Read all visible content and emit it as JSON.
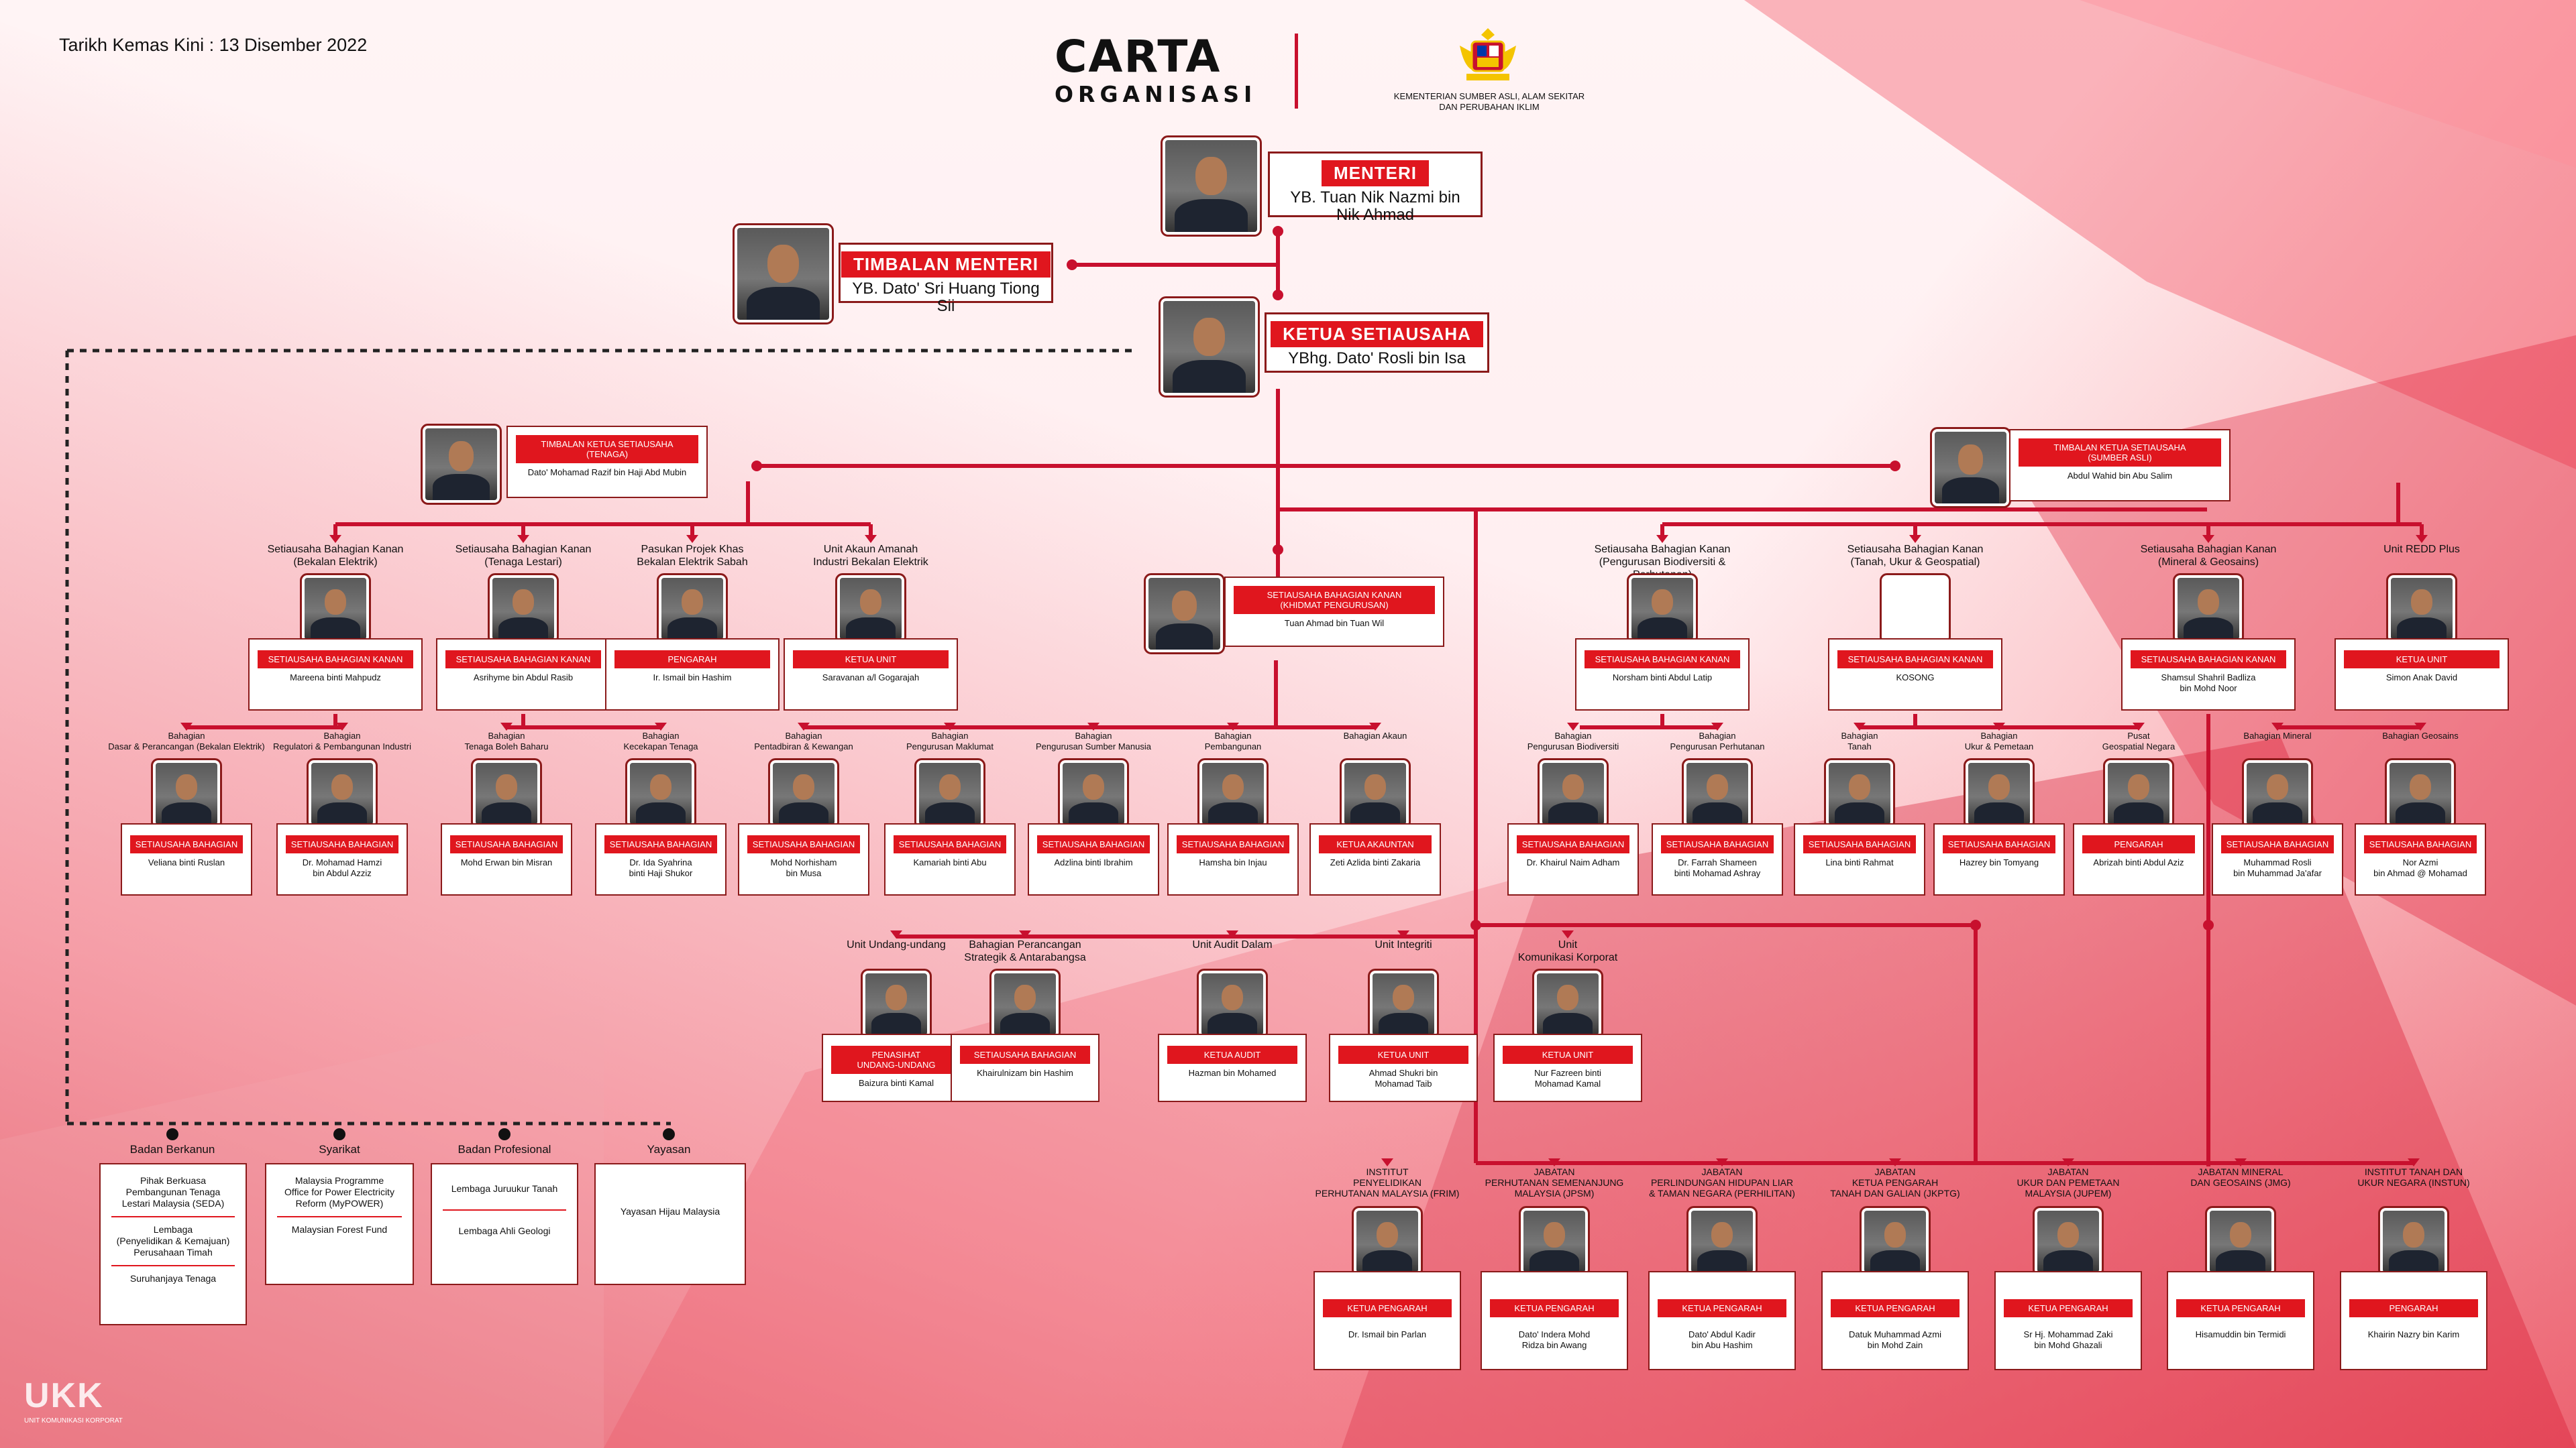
{
  "header": {
    "date": "Tarikh Kemas Kini : 13 Disember 2022",
    "title_line1": "CARTA",
    "title_line2": "ORGANISASI",
    "ministry": "KEMENTERIAN SUMBER ASLI, ALAM SEKITAR\nDAN PERUBAHAN IKLIM"
  },
  "top": {
    "menteri": {
      "title": "MENTERI",
      "name": "YB. Tuan Nik Nazmi bin\nNik Ahmad"
    },
    "timbalan": {
      "title": "TIMBALAN MENTERI",
      "name": "YB. Dato' Sri Huang Tiong Sii"
    },
    "ksu": {
      "title": "KETUA SETIAUSAHA",
      "name": "YBhg. Dato' Rosli bin Isa"
    }
  },
  "tks_tenaga": {
    "title": "TIMBALAN KETUA SETIAUSAHA\n(TENAGA)",
    "name": "Dato' Mohamad Razif bin Haji Abd Mubin"
  },
  "tks_sa": {
    "title": "TIMBALAN KETUA SETIAUSAHA\n(SUMBER ASLI)",
    "name": "Abdul Wahid bin Abu Salim"
  },
  "tenaga_l2": [
    {
      "label": "Setiausaha Bahagian Kanan\n(Bekalan Elektrik)",
      "title": "SETIAUSAHA BAHAGIAN KANAN",
      "name": "Mareena binti Mahpudz"
    },
    {
      "label": "Setiausaha Bahagian Kanan\n(Tenaga Lestari)",
      "title": "SETIAUSAHA BAHAGIAN KANAN",
      "name": "Asrihyme bin Abdul Rasib"
    },
    {
      "label": "Pasukan Projek Khas\nBekalan Elektrik Sabah",
      "title": "PENGARAH",
      "name": "Ir. Ismail bin Hashim"
    },
    {
      "label": "Unit Akaun Amanah\nIndustri Bekalan Elektrik",
      "title": "KETUA UNIT",
      "name": "Saravanan a/l Gogarajah"
    }
  ],
  "tenaga_l3": [
    {
      "label": "Bahagian\nDasar & Perancangan (Bekalan Elektrik)",
      "title": "SETIAUSAHA BAHAGIAN",
      "name": "Veliana binti Ruslan"
    },
    {
      "label": "Bahagian\nRegulatori & Pembangunan Industri",
      "title": "SETIAUSAHA BAHAGIAN",
      "name": "Dr. Mohamad Hamzi\nbin Abdul Azziz"
    },
    {
      "label": "Bahagian\nTenaga Boleh Baharu",
      "title": "SETIAUSAHA BAHAGIAN",
      "name": "Mohd Erwan bin Misran"
    },
    {
      "label": "Bahagian\nKecekapan Tenaga",
      "title": "SETIAUSAHA BAHAGIAN",
      "name": "Dr. Ida Syahrina\nbinti Haji Shukor"
    }
  ],
  "sbk_khidmat": {
    "title": "SETIAUSAHA BAHAGIAN KANAN\n(KHIDMAT PENGURUSAN)",
    "name": "Tuan Ahmad bin Tuan Wil"
  },
  "khidmat_l3": [
    {
      "label": "Bahagian\nPentadbiran & Kewangan",
      "title": "SETIAUSAHA BAHAGIAN",
      "name": "Mohd Norhisham\nbin Musa"
    },
    {
      "label": "Bahagian\nPengurusan Maklumat",
      "title": "SETIAUSAHA BAHAGIAN",
      "name": "Kamariah binti Abu"
    },
    {
      "label": "Bahagian\nPengurusan Sumber Manusia",
      "title": "SETIAUSAHA BAHAGIAN",
      "name": "Adzlina binti Ibrahim"
    },
    {
      "label": "Bahagian\nPembangunan",
      "title": "SETIAUSAHA BAHAGIAN",
      "name": "Hamsha bin Injau"
    },
    {
      "label": "Bahagian Akaun",
      "title": "KETUA AKAUNTAN",
      "name": "Zeti Azlida binti Zakaria"
    }
  ],
  "ksu_units": [
    {
      "label": "Unit Undang-undang",
      "title": "PENASIHAT\nUNDANG-UNDANG",
      "name": "Baizura binti Kamal"
    },
    {
      "label": "Bahagian Perancangan\nStrategik & Antarabangsa",
      "title": "SETIAUSAHA BAHAGIAN",
      "name": "Khairulnizam bin Hashim"
    },
    {
      "label": "Unit Audit Dalam",
      "title": "KETUA AUDIT",
      "name": "Hazman bin Mohamed"
    },
    {
      "label": "Unit Integriti",
      "title": "KETUA UNIT",
      "name": "Ahmad Shukri bin\nMohamad Taib"
    },
    {
      "label": "Unit\nKomunikasi Korporat",
      "title": "KETUA UNIT",
      "name": "Nur Fazreen binti\nMohamad Kamal"
    }
  ],
  "sa_l2": [
    {
      "label": "Setiausaha Bahagian Kanan\n(Pengurusan Biodiversiti & Perhutanan)",
      "title": "SETIAUSAHA BAHAGIAN KANAN",
      "name": "Norsham binti Abdul Latip"
    },
    {
      "label": "Setiausaha Bahagian Kanan\n(Tanah, Ukur & Geospatial)",
      "title": "SETIAUSAHA BAHAGIAN KANAN",
      "name": "KOSONG"
    },
    {
      "label": "Setiausaha Bahagian Kanan\n(Mineral & Geosains)",
      "title": "SETIAUSAHA BAHAGIAN KANAN",
      "name": "Shamsul Shahril Badliza\nbin Mohd Noor"
    },
    {
      "label": "Unit REDD Plus",
      "title": "KETUA UNIT",
      "name": "Simon Anak David"
    }
  ],
  "sa_l3": [
    {
      "label": "Bahagian\nPengurusan Biodiversiti",
      "title": "SETIAUSAHA BAHAGIAN",
      "name": "Dr. Khairul Naim Adham"
    },
    {
      "label": "Bahagian\nPengurusan Perhutanan",
      "title": "SETIAUSAHA BAHAGIAN",
      "name": "Dr. Farrah Shameen\nbinti Mohamad Ashray"
    },
    {
      "label": "Bahagian\nTanah",
      "title": "SETIAUSAHA BAHAGIAN",
      "name": "Lina binti Rahmat"
    },
    {
      "label": "Bahagian\nUkur & Pemetaan",
      "title": "SETIAUSAHA BAHAGIAN",
      "name": "Hazrey bin Tomyang"
    },
    {
      "label": "Pusat\nGeospatial Negara",
      "title": "PENGARAH",
      "name": "Abrizah binti Abdul Aziz"
    },
    {
      "label": "Bahagian Mineral",
      "title": "SETIAUSAHA BAHAGIAN",
      "name": "Muhammad Rosli\nbin Muhammad Ja'afar"
    },
    {
      "label": "Bahagian Geosains",
      "title": "SETIAUSAHA BAHAGIAN",
      "name": "Nor Azmi\nbin Ahmad @ Mohamad"
    }
  ],
  "agencies": [
    {
      "label": "INSTITUT\nPENYELIDIKAN\nPERHUTANAN MALAYSIA (FRIM)",
      "title": "KETUA PENGARAH",
      "name": "Dr. Ismail bin Parlan"
    },
    {
      "label": "JABATAN\nPERHUTANAN SEMENANJUNG\nMALAYSIA (JPSM)",
      "title": "KETUA PENGARAH",
      "name": "Dato' Indera Mohd\nRidza bin Awang"
    },
    {
      "label": "JABATAN\nPERLINDUNGAN HIDUPAN LIAR\n& TAMAN NEGARA (PERHILITAN)",
      "title": "KETUA PENGARAH",
      "name": "Dato' Abdul Kadir\nbin Abu Hashim"
    },
    {
      "label": "JABATAN\nKETUA PENGARAH\nTANAH DAN GALIAN (JKPTG)",
      "title": "KETUA PENGARAH",
      "name": "Datuk Muhammad Azmi\nbin Mohd Zain"
    },
    {
      "label": "JABATAN\nUKUR DAN PEMETAAN\nMALAYSIA (JUPEM)",
      "title": "KETUA PENGARAH",
      "name": "Sr Hj. Mohammad Zaki\nbin Mohd Ghazali"
    },
    {
      "label": "JABATAN MINERAL\nDAN GEOSAINS (JMG)",
      "title": "KETUA PENGARAH",
      "name": "Hisamuddin bin Termidi"
    },
    {
      "label": "INSTITUT TANAH DAN\nUKUR NEGARA (INSTUN)",
      "title": "PENGARAH",
      "name": "Khairin Nazry bin Karim"
    }
  ],
  "subsidiaries": [
    {
      "heading": "Badan Berkanun",
      "items": [
        "Pihak Berkuasa\nPembangunan Tenaga\nLestari Malaysia (SEDA)",
        "Lembaga\n(Penyelidikan & Kemajuan)\nPerusahaan Timah",
        "Suruhanjaya Tenaga"
      ]
    },
    {
      "heading": "Syarikat",
      "items": [
        "Malaysia Programme\nOffice for Power Electricity\nReform (MyPOWER)",
        "Malaysian Forest Fund"
      ]
    },
    {
      "heading": "Badan Profesional",
      "items": [
        "Lembaga Juruukur Tanah",
        "Lembaga Ahli Geologi"
      ]
    },
    {
      "heading": "Yayasan",
      "items": [
        "Yayasan Hijau Malaysia"
      ]
    }
  ],
  "footer": {
    "logo": "UKK",
    "logo_sub": "UNIT KOMUNIKASI KORPORAT"
  },
  "colors": {
    "accent": "#e0161e",
    "border": "#8b1a1a",
    "line": "#c8102e"
  }
}
